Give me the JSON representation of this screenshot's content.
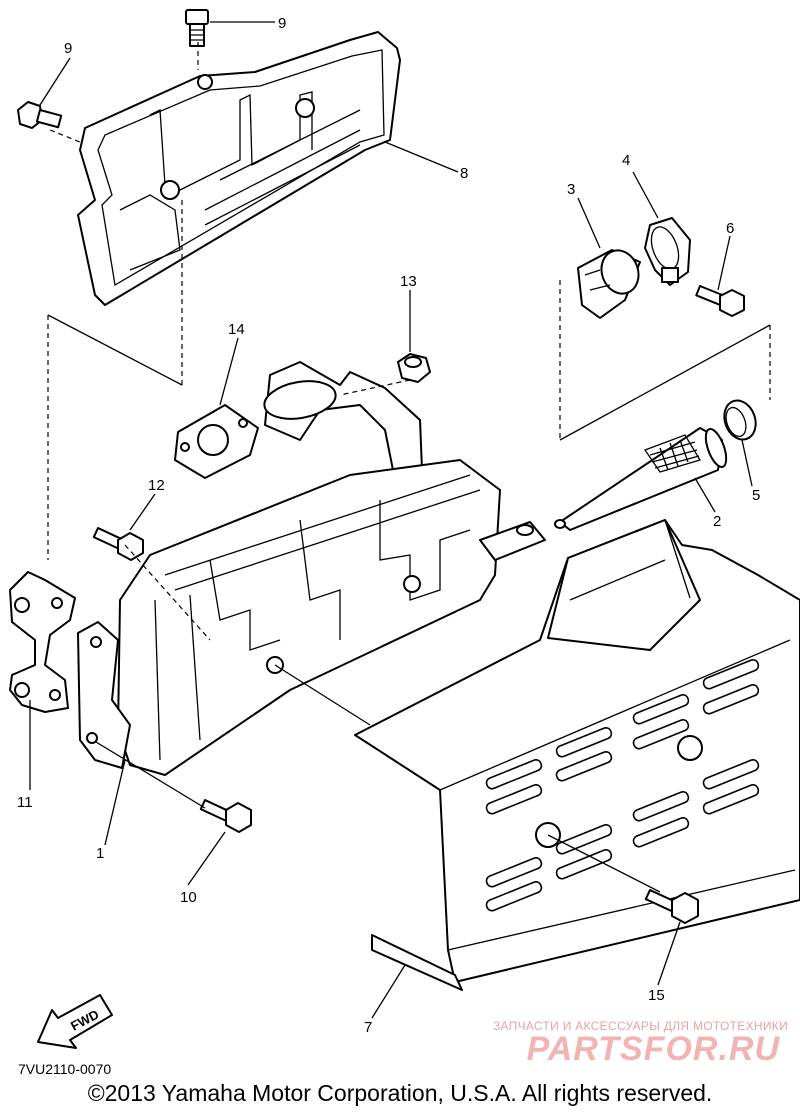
{
  "diagram": {
    "callouts": [
      {
        "id": "c1",
        "text": "1"
      },
      {
        "id": "c2",
        "text": "2"
      },
      {
        "id": "c3",
        "text": "3"
      },
      {
        "id": "c4",
        "text": "4"
      },
      {
        "id": "c5",
        "text": "5"
      },
      {
        "id": "c6",
        "text": "6"
      },
      {
        "id": "c7",
        "text": "7"
      },
      {
        "id": "c8",
        "text": "8"
      },
      {
        "id": "c9a",
        "text": "9"
      },
      {
        "id": "c9b",
        "text": "9"
      },
      {
        "id": "c10",
        "text": "10"
      },
      {
        "id": "c11",
        "text": "11"
      },
      {
        "id": "c12",
        "text": "12"
      },
      {
        "id": "c13",
        "text": "13"
      },
      {
        "id": "c14",
        "text": "14"
      },
      {
        "id": "c15",
        "text": "15"
      }
    ],
    "fwd_label": "FWD",
    "drawing_code": "7VU2110-0070",
    "copyright": "©2013 Yamaha Motor Corporation, U.S.A. All rights reserved."
  },
  "watermark": {
    "tagline": "ЗАПЧАСТИ И АКСЕССУАРЫ ДЛЯ МОТОТЕХНИКИ",
    "logo": "PARTSFOR.RU"
  }
}
